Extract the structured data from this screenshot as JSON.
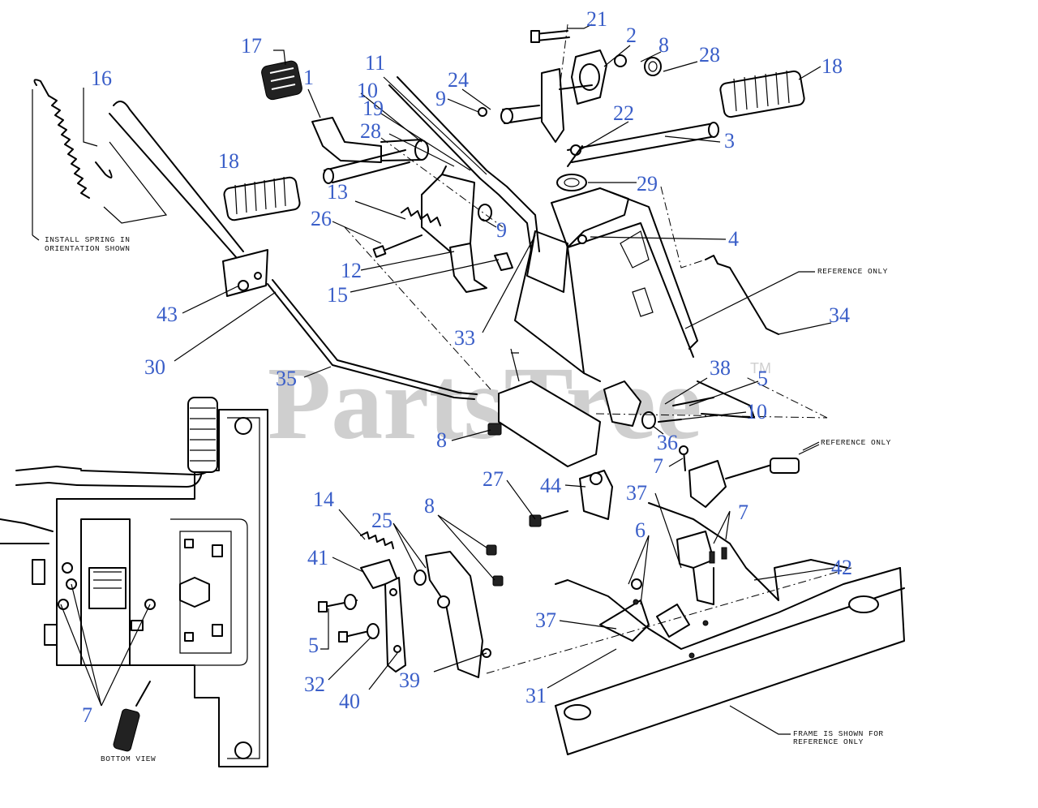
{
  "watermark": {
    "text": "PartsTree",
    "tm": "TM"
  },
  "callouts": {
    "c1": "1",
    "c2": "2",
    "c3": "3",
    "c4": "4",
    "c5a": "5",
    "c5b": "5",
    "c6": "6",
    "c7a": "7",
    "c7b": "7",
    "c7c": "7",
    "c8a": "8",
    "c8b": "8",
    "c8c": "8",
    "c9a": "9",
    "c9b": "9",
    "c10a": "10",
    "c10b": "10",
    "c11": "11",
    "c12": "12",
    "c13": "13",
    "c14": "14",
    "c15": "15",
    "c16": "16",
    "c17": "17",
    "c18a": "18",
    "c18b": "18",
    "c19": "19",
    "c21": "21",
    "c22": "22",
    "c24": "24",
    "c25": "25",
    "c26": "26",
    "c27": "27",
    "c28a": "28",
    "c28b": "28",
    "c29": "29",
    "c30": "30",
    "c31": "31",
    "c32": "32",
    "c33": "33",
    "c34": "34",
    "c35": "35",
    "c36": "36",
    "c37a": "37",
    "c37b": "37",
    "c38": "38",
    "c39": "39",
    "c40": "40",
    "c41": "41",
    "c42": "42",
    "c43": "43",
    "c44": "44"
  },
  "notes": {
    "install_spring_1": "INSTALL SPRING IN",
    "install_spring_2": "ORIENTATION SHOWN",
    "reference_only_1": "REFERENCE ONLY",
    "reference_only_2": "REFERENCE ONLY",
    "frame_note_1": "FRAME IS SHOWN FOR",
    "frame_note_2": "REFERENCE ONLY",
    "bottom_view": "BOTTOM VIEW"
  }
}
